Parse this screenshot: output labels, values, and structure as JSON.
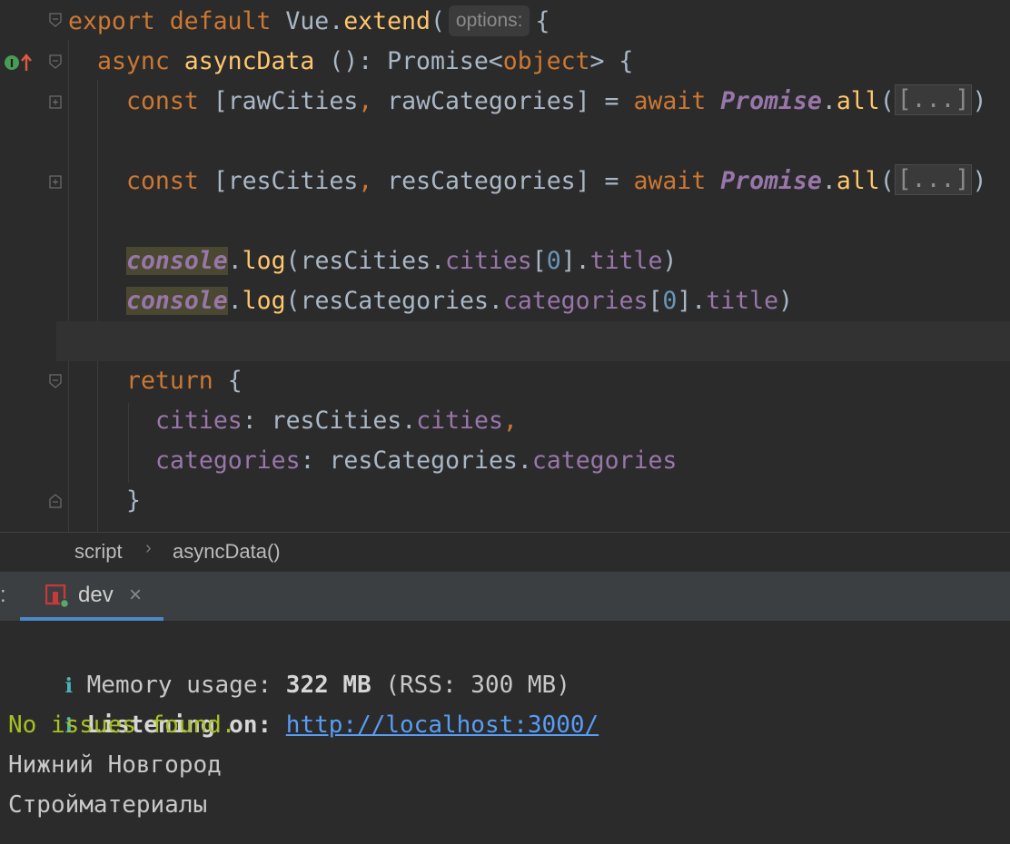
{
  "editor": {
    "lines": {
      "l1": {
        "t1": "export",
        "t2": "default",
        "t3": "Vue",
        "t4": ".",
        "t5": "extend",
        "t6": "(",
        "hint": "options:",
        "t7": "{"
      },
      "l2": {
        "t1": "async",
        "t2": "asyncData",
        "t3": " (): Promise<",
        "t4": "object",
        "t5": "> {"
      },
      "l3": {
        "t1": "const",
        "t2": " [rawCities",
        "t3": ",",
        "t4": " rawCategories] = ",
        "t5": "await",
        "t6": "Promise",
        "t7": ".",
        "t8": "all",
        "t9": "(",
        "fold": "[...]",
        "t10": ")"
      },
      "l5": {
        "t1": "const",
        "t2": " [resCities",
        "t3": ",",
        "t4": " resCategories] = ",
        "t5": "await",
        "t6": "Promise",
        "t7": ".",
        "t8": "all",
        "t9": "(",
        "fold": "[...]",
        "t10": ")"
      },
      "l7": {
        "t1": "console",
        "t2": ".",
        "t3": "log",
        "t4": "(resCities.",
        "t5": "cities",
        "t6": "[",
        "t7": "0",
        "t8": "].",
        "t9": "title",
        "t10": ")"
      },
      "l8": {
        "t1": "console",
        "t2": ".",
        "t3": "log",
        "t4": "(resCategories.",
        "t5": "categories",
        "t6": "[",
        "t7": "0",
        "t8": "].",
        "t9": "title",
        "t10": ")"
      },
      "l10": {
        "t1": "return",
        "t2": " {"
      },
      "l11": {
        "t1": "cities",
        "t2": ": resCities.",
        "t3": "cities",
        "t4": ","
      },
      "l12": {
        "t1": "categories",
        "t2": ": resCategories.",
        "t3": "categories"
      },
      "l13": {
        "t1": "}"
      }
    }
  },
  "breadcrumb": {
    "item1": "script",
    "separator": "›",
    "item2": "asyncData()"
  },
  "tabstrip": {
    "prefix": ":",
    "tab_label": "dev",
    "close": "×"
  },
  "console": {
    "info_glyph": "i",
    "line1_label": "Memory usage:",
    "line1_value": "322 MB",
    "line1_rest": "(RSS: 300 MB)",
    "line2_label": "Listening on:",
    "line2_link": "http://localhost:3000/",
    "line3": "No issues found.",
    "line4": "Нижний Новгород",
    "line5": "Стройматериалы"
  },
  "colors": {
    "background": "#2b2b2b",
    "keyword": "#cc7832",
    "function": "#ffc66d",
    "property": "#9876aa",
    "number": "#6897bb",
    "link": "#589df6",
    "success": "#a8c023",
    "tab_accent": "#4a88c7"
  }
}
